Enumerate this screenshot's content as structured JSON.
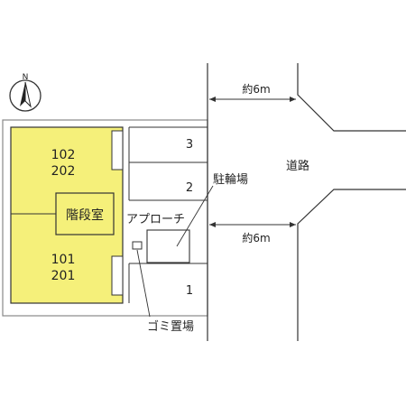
{
  "units": {
    "upper_left": "102",
    "upper_right": "202",
    "lower_left": "101",
    "lower_right": "201"
  },
  "stairs_label": "階段室",
  "approach_label": "アプローチ",
  "parking_spaces": [
    "3",
    "2",
    "1"
  ],
  "bike_parking_label": "駐輪場",
  "garbage_label": "ゴミ置場",
  "road_label": "道路",
  "road_width_top": "約6m",
  "road_width_bottom": "約6m",
  "north_label": "N",
  "colors": {
    "units_fill": "#f5f07a",
    "line": "#333333",
    "site_outline": "#888888"
  }
}
